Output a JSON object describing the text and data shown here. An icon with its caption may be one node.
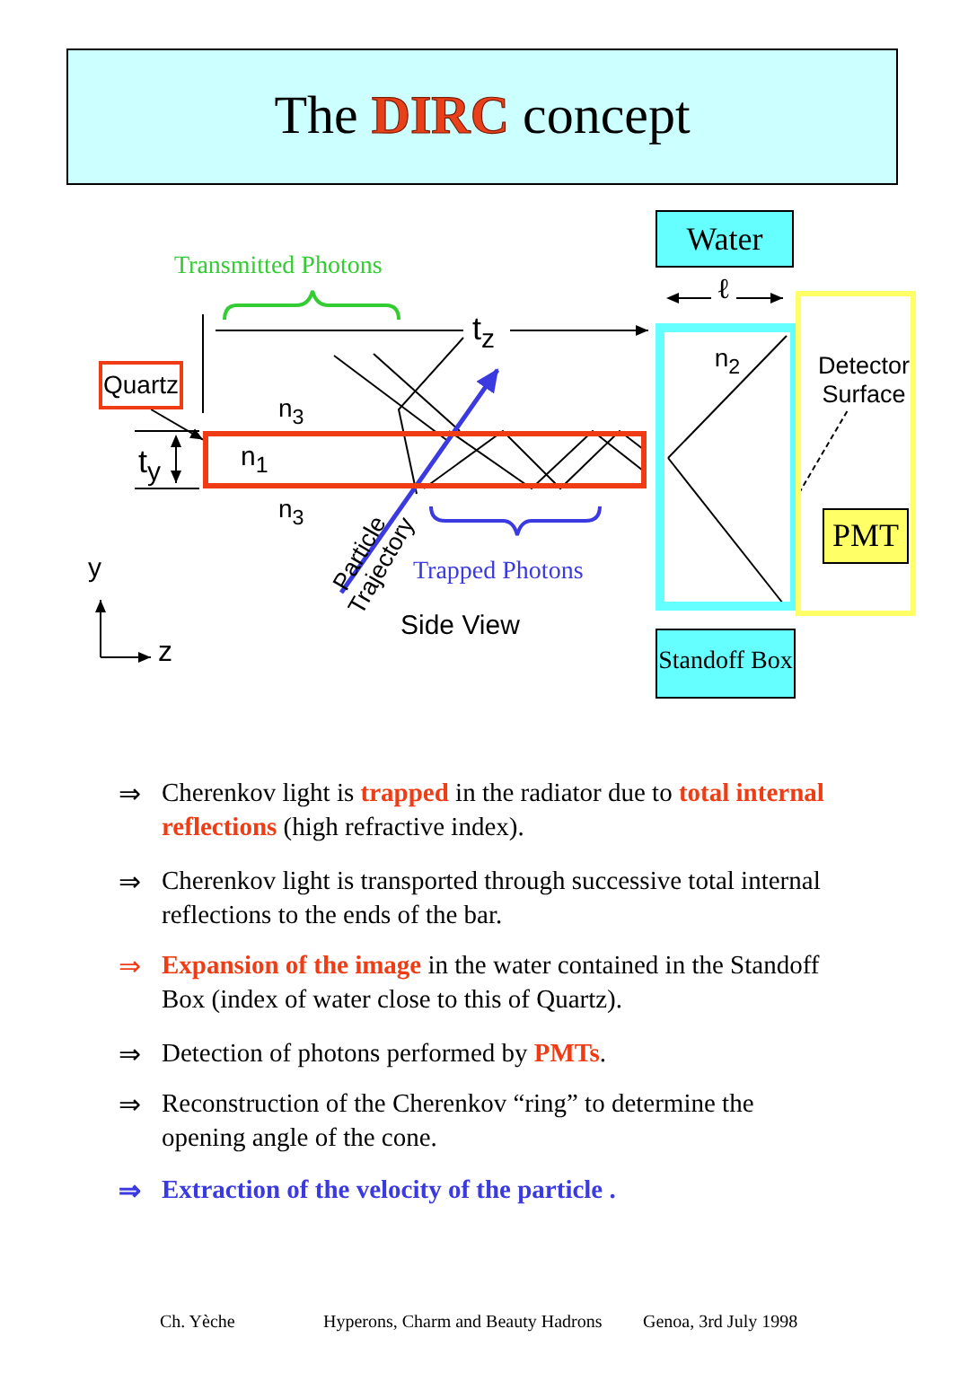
{
  "diagram": {
    "nodes": [
      {
        "text": [
          "The **DIRC** concept"
        ]
      },
      {
        "text": [
          "Quartz"
        ]
      },
      {
        "text": [
          "n$_{1}$"
        ],
        "beside": [
          "n$_{3}$",
          "n$_{3}$"
        ]
      },
      {
        "text": [
          "Water"
        ]
      },
      {
        "text": [
          "n$_{2}$"
        ]
      },
      {
        "text": [
          "Standoff Box"
        ]
      },
      {
        "text": [],
        "shape": "box"
      },
      {
        "text": [
          "Detector Surface"
        ],
        "in": 6
      },
      {
        "text": [
          "PMT"
        ],
        "in": 6
      }
    ],
    "edges": [
      {
        "from": 1,
        "to": 2,
        "arrow": "to"
      },
      {
        "from": 7,
        "to": 6,
        "arrow": "none",
        "style": "dashed"
      }
    ],
    "labels": [
      "Transmitted Photons",
      "t$_{z}$",
      "t$_{y}$",
      "Particle Trajectory",
      "Trapped Photons",
      "Side View",
      "y",
      "z",
      "ℓ",
      "⇒",
      "Cherenkov light is **trapped** in the radiator due to **total internal reflections** (high refractive index).",
      "⇒",
      "Cherenkov light is transported through successive total internal reflections to the ends of the bar.",
      "⇒",
      "**Expansion of the image** in the water contained in the Standoff Box (index of water close to this of Quartz).",
      "⇒",
      "Detection of photons performed by **PMTs**.",
      "⇒",
      "Reconstruction of the Cherenkov “ring” to determine the opening angle of the cone.",
      "⇒",
      "Extraction of the velocity of the particle .",
      "Ch. Yèche",
      "Hyperons, Charm and Beauty Hadrons",
      "Genoa, 3rd July 1998"
    ]
  }
}
